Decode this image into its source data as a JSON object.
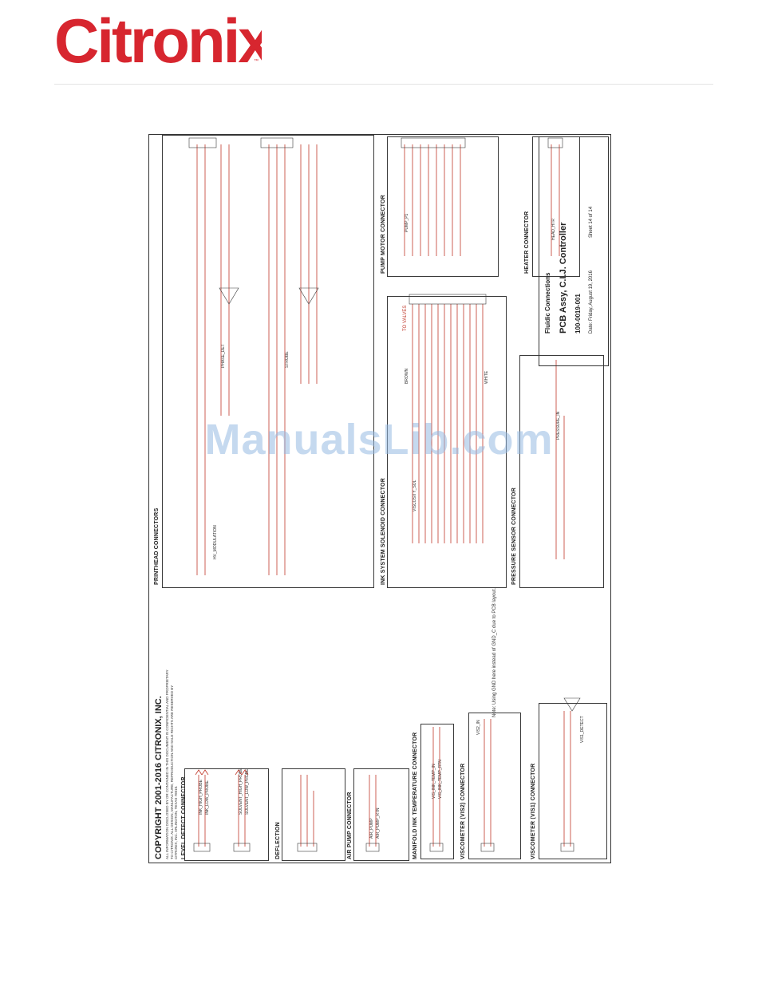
{
  "brand": {
    "logo_text": "Citronix",
    "logo_color": "#d7262f"
  },
  "watermark": {
    "text": "ManualsLib.com",
    "color": "#a8c4e6"
  },
  "schematic": {
    "copyright": "COPYRIGHT 2001-2016 CITRONIX, INC.",
    "copyright_note": "ALL INFORMATION DISCLOSED BY OR CONTAINED IN THIS DOCUMENT IS CONFIDENTIAL AND PROPRIETARY TO CITRONIX. ALL DESIGN, MANUFACTURE, REPRODUCTION AND SALE RIGHTS ARE RESERVED BY CITRONIX, INC. ARLINGTON, TEXAS 76010.",
    "sections": {
      "level_detect": "LEVEL DETECT CONNECTOR",
      "deflection": "DEFLECTION",
      "air_pump": "AIR PUMP CONNECTOR",
      "manifold_temp": "MANIFOLD INK TEMPERATURE CONNECTOR",
      "vis2": "VISCOMETER (VIS2) CONNECTOR",
      "vis1": "VISCOMETER (VIS1) CONNECTOR",
      "printhead": "PRINTHEAD CONNECTORS",
      "ink_solenoid": "INK SYSTEM SOLENOID CONNECTOR",
      "pressure": "PRESSURE SENSOR CONNECTOR",
      "pump_motor": "PUMP MOTOR CONNECTOR",
      "heater": "HEATER CONNECTOR"
    },
    "note": "Note: Using GND here instead of GND_C due to PCB layout.",
    "to_valves": "TO VALVES",
    "nets": {
      "ink_high": "INK_HIGH_PROBE",
      "ink_low": "INK_LOW_PROBE",
      "solvent_high": "SOLVENT_HIGH_PROBE",
      "solvent_low": "SOLVENT_LOW_PROBE",
      "air_pump": "AIR_PUMP",
      "air_pump_rtn": "AIR_PUMP_RTN",
      "vis_ink_temp": "VIS_INK_TEMP_IN",
      "vis_temp_rtn": "VIS_INK_TEMP_RTN",
      "vis2_in": "VIS2_IN",
      "vis1_detect": "VIS1_DETECT",
      "pressure_in": "PRESSURE_IN",
      "head_htr": "HEAD_HTR",
      "pump_p": "PUMP_P1",
      "strobe": "STROBE",
      "phase_det": "PHASE_DET",
      "modulation": "HV_MODULATION",
      "viscosity_sol": "VISCOSITY_SOL",
      "brown": "BROWN",
      "white": "WHITE"
    },
    "title_block": {
      "sheet_title": "Fluidic Connections",
      "assembly": "PCB Assy, C.I.J. Controller",
      "doc_number": "100-0019-001",
      "date": "Date: Friday, August 19, 2016",
      "sheet": "Sheet 14 of 14"
    }
  }
}
